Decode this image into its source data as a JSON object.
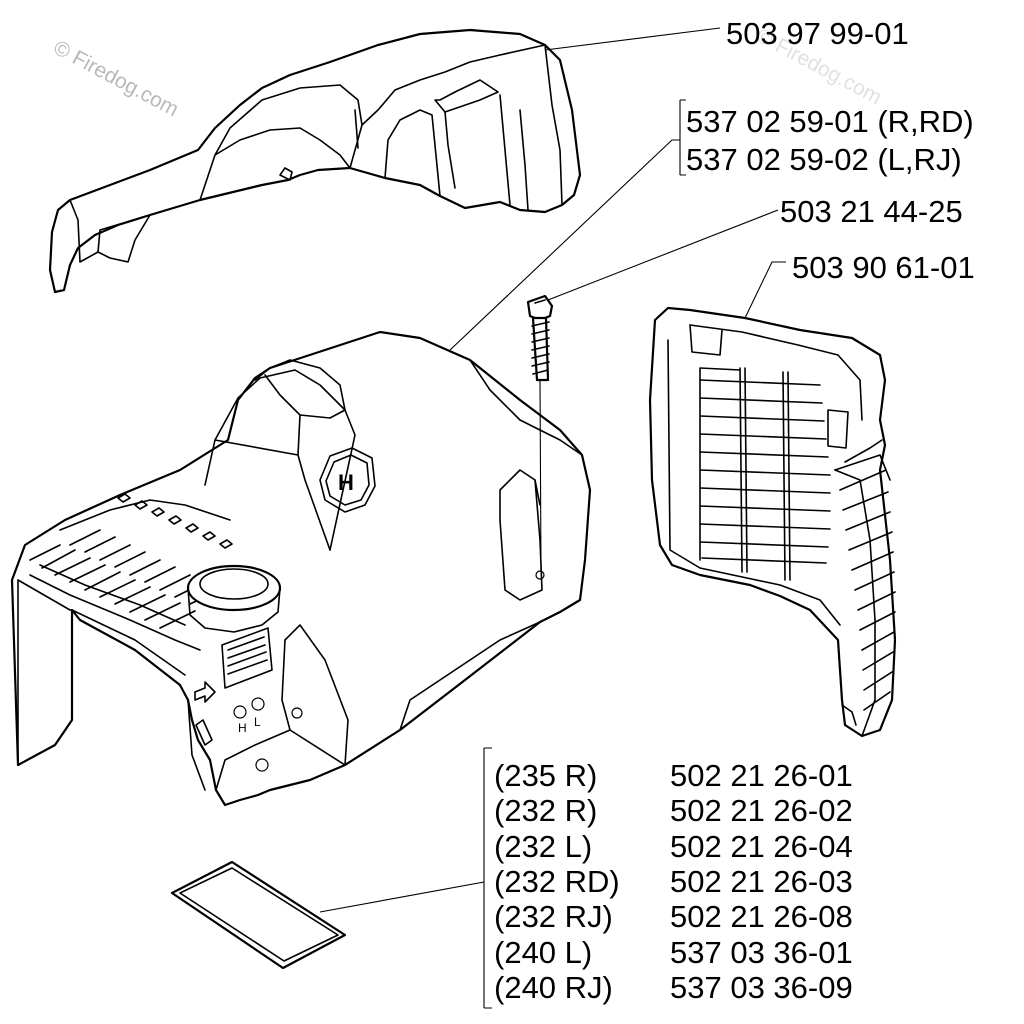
{
  "watermark": {
    "text": "© Firedog.com",
    "color": "#b9b9b9"
  },
  "callouts": {
    "top_cover": "503 97 99-01",
    "cover_r": "537 02 59-01 (R,RD)",
    "cover_l": "537 02 59-02 (L,RJ)",
    "screw": "503 21 44-25",
    "grille": "503 90 61-01"
  },
  "decal_table": [
    {
      "model": "(235 R)",
      "part": "502 21 26-01"
    },
    {
      "model": "(232 R)",
      "part": "502 21 26-02"
    },
    {
      "model": "(232 L)",
      "part": "502 21 26-04"
    },
    {
      "model": "(232 RD)",
      "part": "502 21 26-03"
    },
    {
      "model": "(232 RJ)",
      "part": "502 21 26-08"
    },
    {
      "model": "(240 L)",
      "part": "537 03 36-01"
    },
    {
      "model": "(240 RJ)",
      "part": "537 03 36-09"
    }
  ],
  "labels": {
    "logo": "H",
    "h_mark": "H",
    "l_mark": "L"
  },
  "icons": [
    "arrow-icon",
    "husqvarna-logo-icon",
    "screw-icon"
  ]
}
